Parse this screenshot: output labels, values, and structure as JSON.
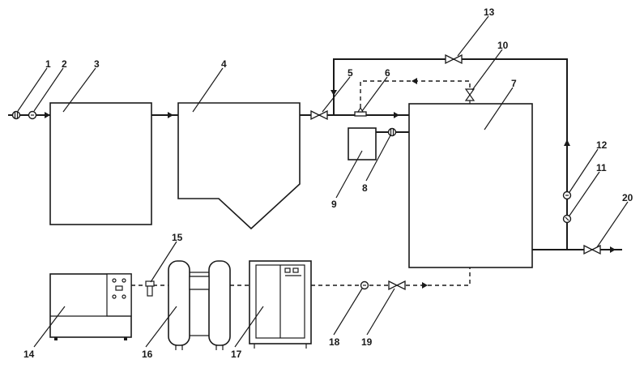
{
  "labels": {
    "l1": "1",
    "l2": "2",
    "l3": "3",
    "l4": "4",
    "l5": "5",
    "l6": "6",
    "l7": "7",
    "l8": "8",
    "l9": "9",
    "l10": "10",
    "l11": "11",
    "l12": "12",
    "l13": "13",
    "l14": "14",
    "l15": "15",
    "l16": "16",
    "l17": "17",
    "l18": "18",
    "l19": "19",
    "l20": "20"
  },
  "colors": {
    "line": "#1a1a1a",
    "background": "#ffffff"
  }
}
